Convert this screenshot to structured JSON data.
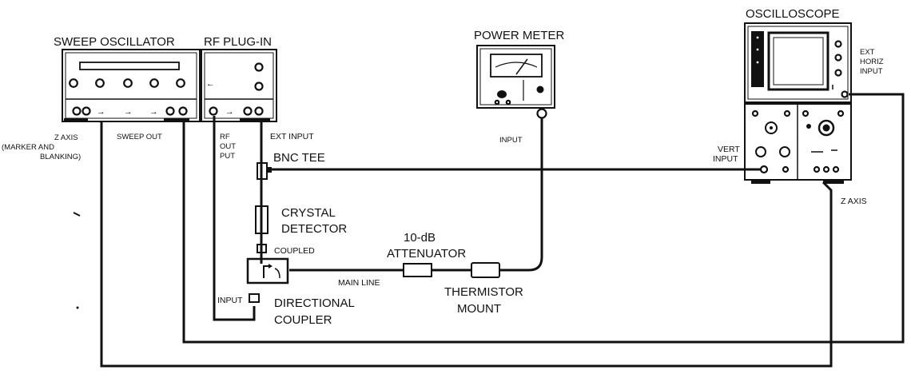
{
  "title_labels": {
    "sweep_oscillator": "SWEEP OSCILLATOR",
    "rf_plugin": "RF PLUG-IN",
    "power_meter": "POWER METER",
    "oscilloscope": "OSCILLOSCOPE"
  },
  "port_labels": {
    "z_axis_line1": "Z AXIS",
    "z_axis_line2": "(MARKER AND",
    "z_axis_line3": "BLANKING)",
    "sweep_out": "SWEEP OUT",
    "rf_output_line1": "RF",
    "rf_output_line2": "OUT",
    "rf_output_line3": "PUT",
    "ext_input": "EXT INPUT",
    "pm_input": "INPUT",
    "ext_horiz_line1": "EXT",
    "ext_horiz_line2": "HORIZ",
    "ext_horiz_line3": "INPUT",
    "vert_input_line1": "VERT",
    "vert_input_line2": "INPUT",
    "osc_z_axis": "Z AXIS",
    "coupled": "COUPLED",
    "main_line": "MAIN LINE",
    "dc_input": "INPUT"
  },
  "component_labels": {
    "bnc_tee": "BNC TEE",
    "crystal_line1": "CRYSTAL",
    "crystal_line2": "DETECTOR",
    "atten_line1": "10-dB",
    "atten_line2": "ATTENUATOR",
    "thermistor_line1": "THERMISTOR",
    "thermistor_line2": "MOUNT",
    "coupler_line1": "DIRECTIONAL",
    "coupler_line2": "COUPLER"
  }
}
